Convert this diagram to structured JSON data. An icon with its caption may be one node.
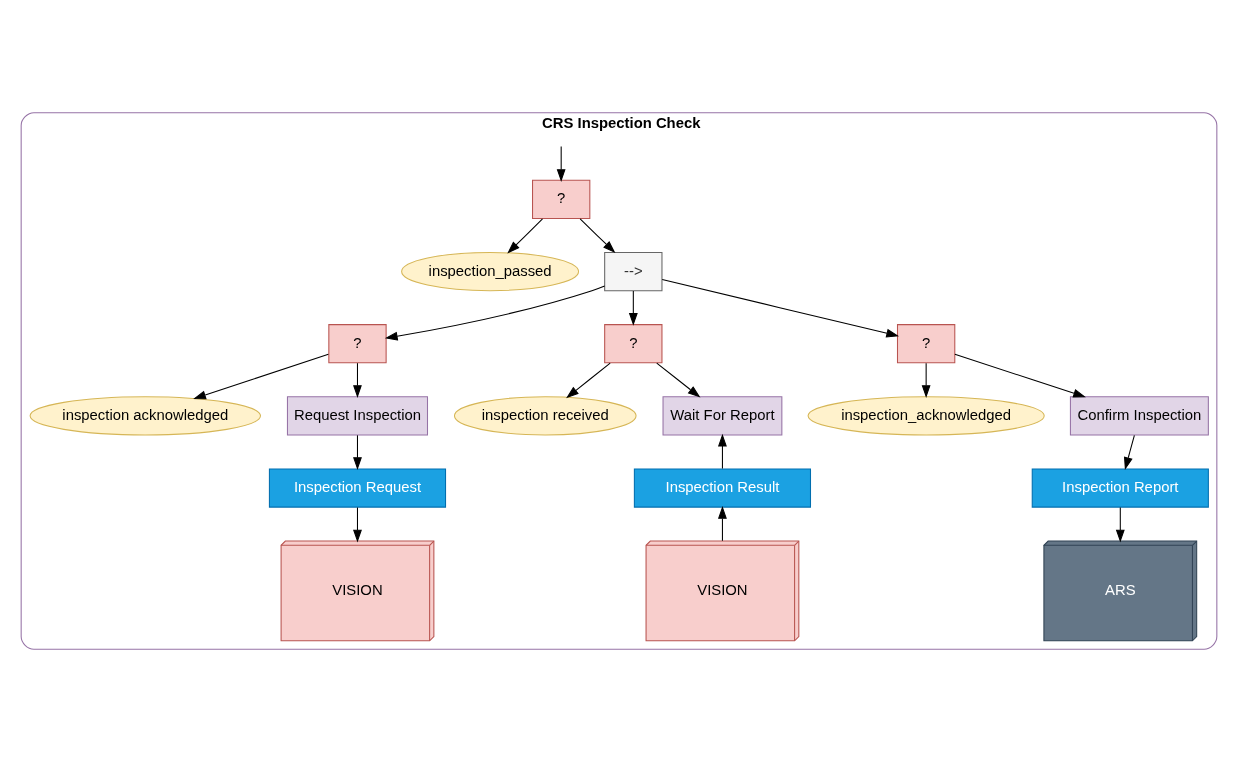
{
  "diagram": {
    "nodes": [
      {
        "text": [
          "CRS Inspection Check"
        ]
      },
      {
        "text": [
          "?"
        ],
        "in": 0
      },
      {
        "text": [
          "inspection_passed"
        ],
        "in": 0
      },
      {
        "text": [
          "-->"
        ],
        "in": 0
      },
      {
        "text": [
          "?"
        ],
        "in": 0
      },
      {
        "text": [
          "?"
        ],
        "in": 0
      },
      {
        "text": [
          "?"
        ],
        "in": 0
      },
      {
        "text": [
          "inspection acknowledged"
        ],
        "in": 0
      },
      {
        "text": [
          "Request Inspection"
        ],
        "in": 0
      },
      {
        "text": [
          "Inspection Request"
        ],
        "in": 0
      },
      {
        "text": [
          "VISION"
        ],
        "in": 0
      },
      {
        "text": [
          "inspection received"
        ],
        "in": 0
      },
      {
        "text": [
          "Wait For Report"
        ],
        "in": 0
      },
      {
        "text": [
          "Inspection Result"
        ],
        "in": 0
      },
      {
        "text": [
          "VISION"
        ],
        "in": 0
      },
      {
        "text": [
          "inspection_acknowledged"
        ],
        "in": 0
      },
      {
        "text": [
          "Confirm Inspection"
        ],
        "in": 0
      },
      {
        "text": [
          "Inspection Report"
        ],
        "in": 0
      },
      {
        "text": [
          "ARS"
        ],
        "in": 0
      }
    ],
    "edges": [
      {
        "from": null,
        "to": 1,
        "arrow": "to"
      },
      {
        "from": 1,
        "to": 2,
        "arrow": "to"
      },
      {
        "from": 1,
        "to": 3,
        "arrow": "to"
      },
      {
        "from": 3,
        "to": 4,
        "arrow": "to"
      },
      {
        "from": 3,
        "to": 5,
        "arrow": "to"
      },
      {
        "from": 3,
        "to": 6,
        "arrow": "to"
      },
      {
        "from": 4,
        "to": 7,
        "arrow": "to"
      },
      {
        "from": 4,
        "to": 8,
        "arrow": "to"
      },
      {
        "from": 8,
        "to": 9,
        "arrow": "to"
      },
      {
        "from": 9,
        "to": 10,
        "arrow": "to"
      },
      {
        "from": 5,
        "to": 11,
        "arrow": "to"
      },
      {
        "from": 5,
        "to": 12,
        "arrow": "to"
      },
      {
        "from": 13,
        "to": 12,
        "arrow": "to"
      },
      {
        "from": 14,
        "to": 13,
        "arrow": "to"
      },
      {
        "from": 6,
        "to": 15,
        "arrow": "to"
      },
      {
        "from": 6,
        "to": 16,
        "arrow": "to"
      },
      {
        "from": 16,
        "to": 17,
        "arrow": "to"
      },
      {
        "from": 17,
        "to": 18,
        "arrow": "to"
      }
    ]
  }
}
